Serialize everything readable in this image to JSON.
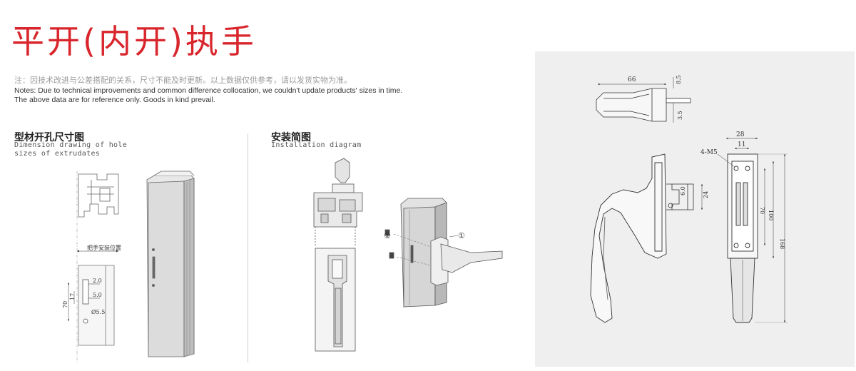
{
  "title": "平开(内开)执手",
  "note_cn": "注：因技术改进与公差搭配的关系，尺寸不能及时更新。以上数据仅供参考，请以发货实物为准。",
  "note_en_line1": "Notes: Due to technical improvements and common difference collocation, we couldn't update products' sizes in time.",
  "note_en_line2": "The above data are for reference only. Goods in kind prevail.",
  "section1": {
    "title_cn": "型材开孔尺寸图",
    "sub_line1": "Dimension drawing of hole",
    "sub_line2": "sizes of extrudates",
    "label_position": "把手安装位置",
    "dims": {
      "d20": "2.0",
      "d50": "5.0",
      "d70": "70",
      "d17": "17",
      "d55": "Ø5.5"
    }
  },
  "section2": {
    "title_cn": "安装简图",
    "sub": "Installation diagram",
    "callout1": "①",
    "callout2": "②"
  },
  "drawing": {
    "d66": "66",
    "d85": "8.5",
    "d35": "3.5",
    "d28": "28",
    "d11": "11",
    "m5": "4-M5",
    "d24": "24",
    "d70": "70",
    "d100": "100",
    "d168": "168",
    "d60": "6.0"
  },
  "colors": {
    "title_red": "#d8262c",
    "panel_gray": "#efefef"
  }
}
